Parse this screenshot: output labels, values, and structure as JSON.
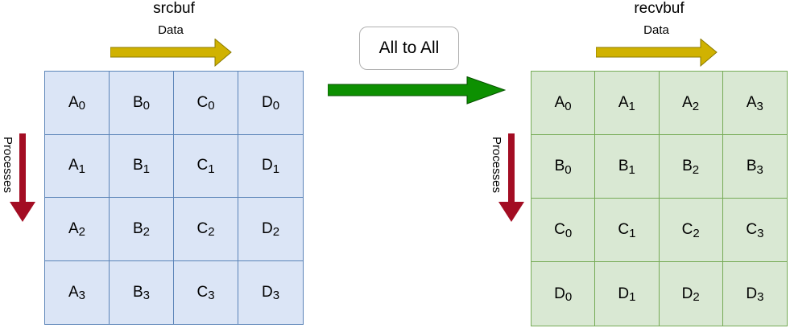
{
  "src": {
    "title": "srcbuf",
    "data_label": "Data",
    "processes_label": "Processes",
    "rows": [
      [
        {
          "b": "A",
          "s": "0"
        },
        {
          "b": "B",
          "s": "0"
        },
        {
          "b": "C",
          "s": "0"
        },
        {
          "b": "D",
          "s": "0"
        }
      ],
      [
        {
          "b": "A",
          "s": "1"
        },
        {
          "b": "B",
          "s": "1"
        },
        {
          "b": "C",
          "s": "1"
        },
        {
          "b": "D",
          "s": "1"
        }
      ],
      [
        {
          "b": "A",
          "s": "2"
        },
        {
          "b": "B",
          "s": "2"
        },
        {
          "b": "C",
          "s": "2"
        },
        {
          "b": "D",
          "s": "2"
        }
      ],
      [
        {
          "b": "A",
          "s": "3"
        },
        {
          "b": "B",
          "s": "3"
        },
        {
          "b": "C",
          "s": "3"
        },
        {
          "b": "D",
          "s": "3"
        }
      ]
    ]
  },
  "recv": {
    "title": "recvbuf",
    "data_label": "Data",
    "processes_label": "Processes",
    "rows": [
      [
        {
          "b": "A",
          "s": "0"
        },
        {
          "b": "A",
          "s": "1"
        },
        {
          "b": "A",
          "s": "2"
        },
        {
          "b": "A",
          "s": "3"
        }
      ],
      [
        {
          "b": "B",
          "s": "0"
        },
        {
          "b": "B",
          "s": "1"
        },
        {
          "b": "B",
          "s": "2"
        },
        {
          "b": "B",
          "s": "3"
        }
      ],
      [
        {
          "b": "C",
          "s": "0"
        },
        {
          "b": "C",
          "s": "1"
        },
        {
          "b": "C",
          "s": "2"
        },
        {
          "b": "C",
          "s": "3"
        }
      ],
      [
        {
          "b": "D",
          "s": "0"
        },
        {
          "b": "D",
          "s": "1"
        },
        {
          "b": "D",
          "s": "2"
        },
        {
          "b": "D",
          "s": "3"
        }
      ]
    ]
  },
  "center": {
    "operation_label": "All to All"
  },
  "colors": {
    "cell_blue_fill": "#dbe5f6",
    "grid_blue_border": "#5b84b8",
    "cell_green_fill": "#d9e8d3",
    "grid_green_border": "#76ab56",
    "yellow_arrow": "#d0b201",
    "yellow_arrow_stroke": "#8a7a00",
    "green_arrow": "#0d9001",
    "green_arrow_stroke": "#064f00",
    "red_arrow": "#a30d23",
    "box_border": "#b0b0b0",
    "text": "#000000"
  }
}
